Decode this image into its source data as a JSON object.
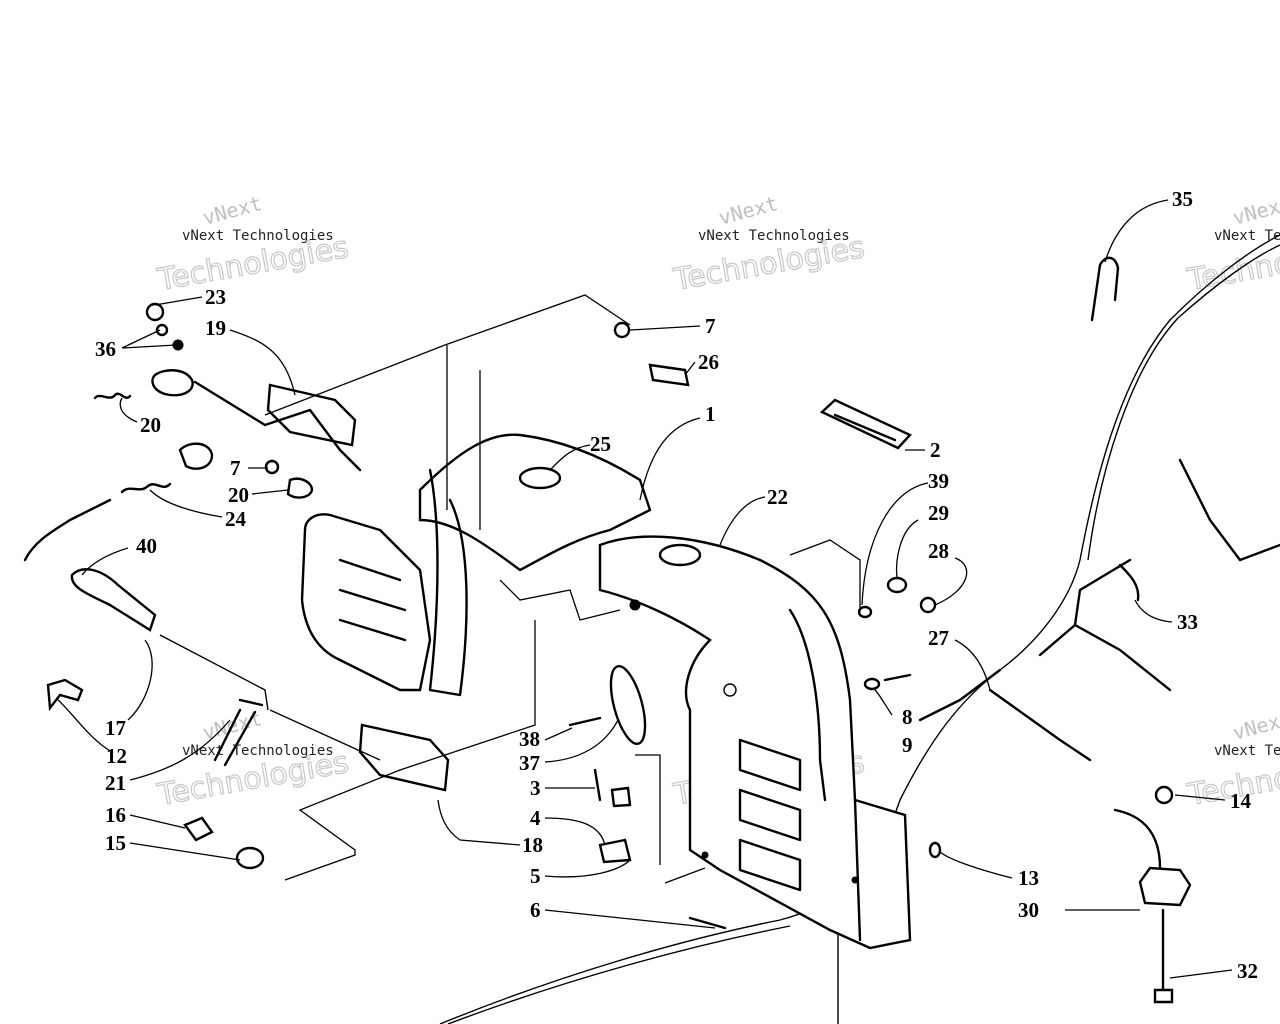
{
  "watermark": {
    "short": "vNext",
    "line": "vNext Technologies",
    "big": "Technologies",
    "partial_line": "vNext Te",
    "partial_big": "Technolo"
  },
  "callouts": [
    {
      "number": "1"
    },
    {
      "number": "2"
    },
    {
      "number": "3"
    },
    {
      "number": "4"
    },
    {
      "number": "5"
    },
    {
      "number": "6"
    },
    {
      "number": "7"
    },
    {
      "number": "7"
    },
    {
      "number": "8"
    },
    {
      "number": "9"
    },
    {
      "number": "12"
    },
    {
      "number": "13"
    },
    {
      "number": "14"
    },
    {
      "number": "15"
    },
    {
      "number": "16"
    },
    {
      "number": "17"
    },
    {
      "number": "18"
    },
    {
      "number": "19"
    },
    {
      "number": "20"
    },
    {
      "number": "20"
    },
    {
      "number": "21"
    },
    {
      "number": "22"
    },
    {
      "number": "23"
    },
    {
      "number": "24"
    },
    {
      "number": "25"
    },
    {
      "number": "26"
    },
    {
      "number": "27"
    },
    {
      "number": "28"
    },
    {
      "number": "29"
    },
    {
      "number": "30"
    },
    {
      "number": "32"
    },
    {
      "number": "33"
    },
    {
      "number": "35"
    },
    {
      "number": "36"
    },
    {
      "number": "37"
    },
    {
      "number": "38"
    },
    {
      "number": "39"
    },
    {
      "number": "40"
    }
  ]
}
